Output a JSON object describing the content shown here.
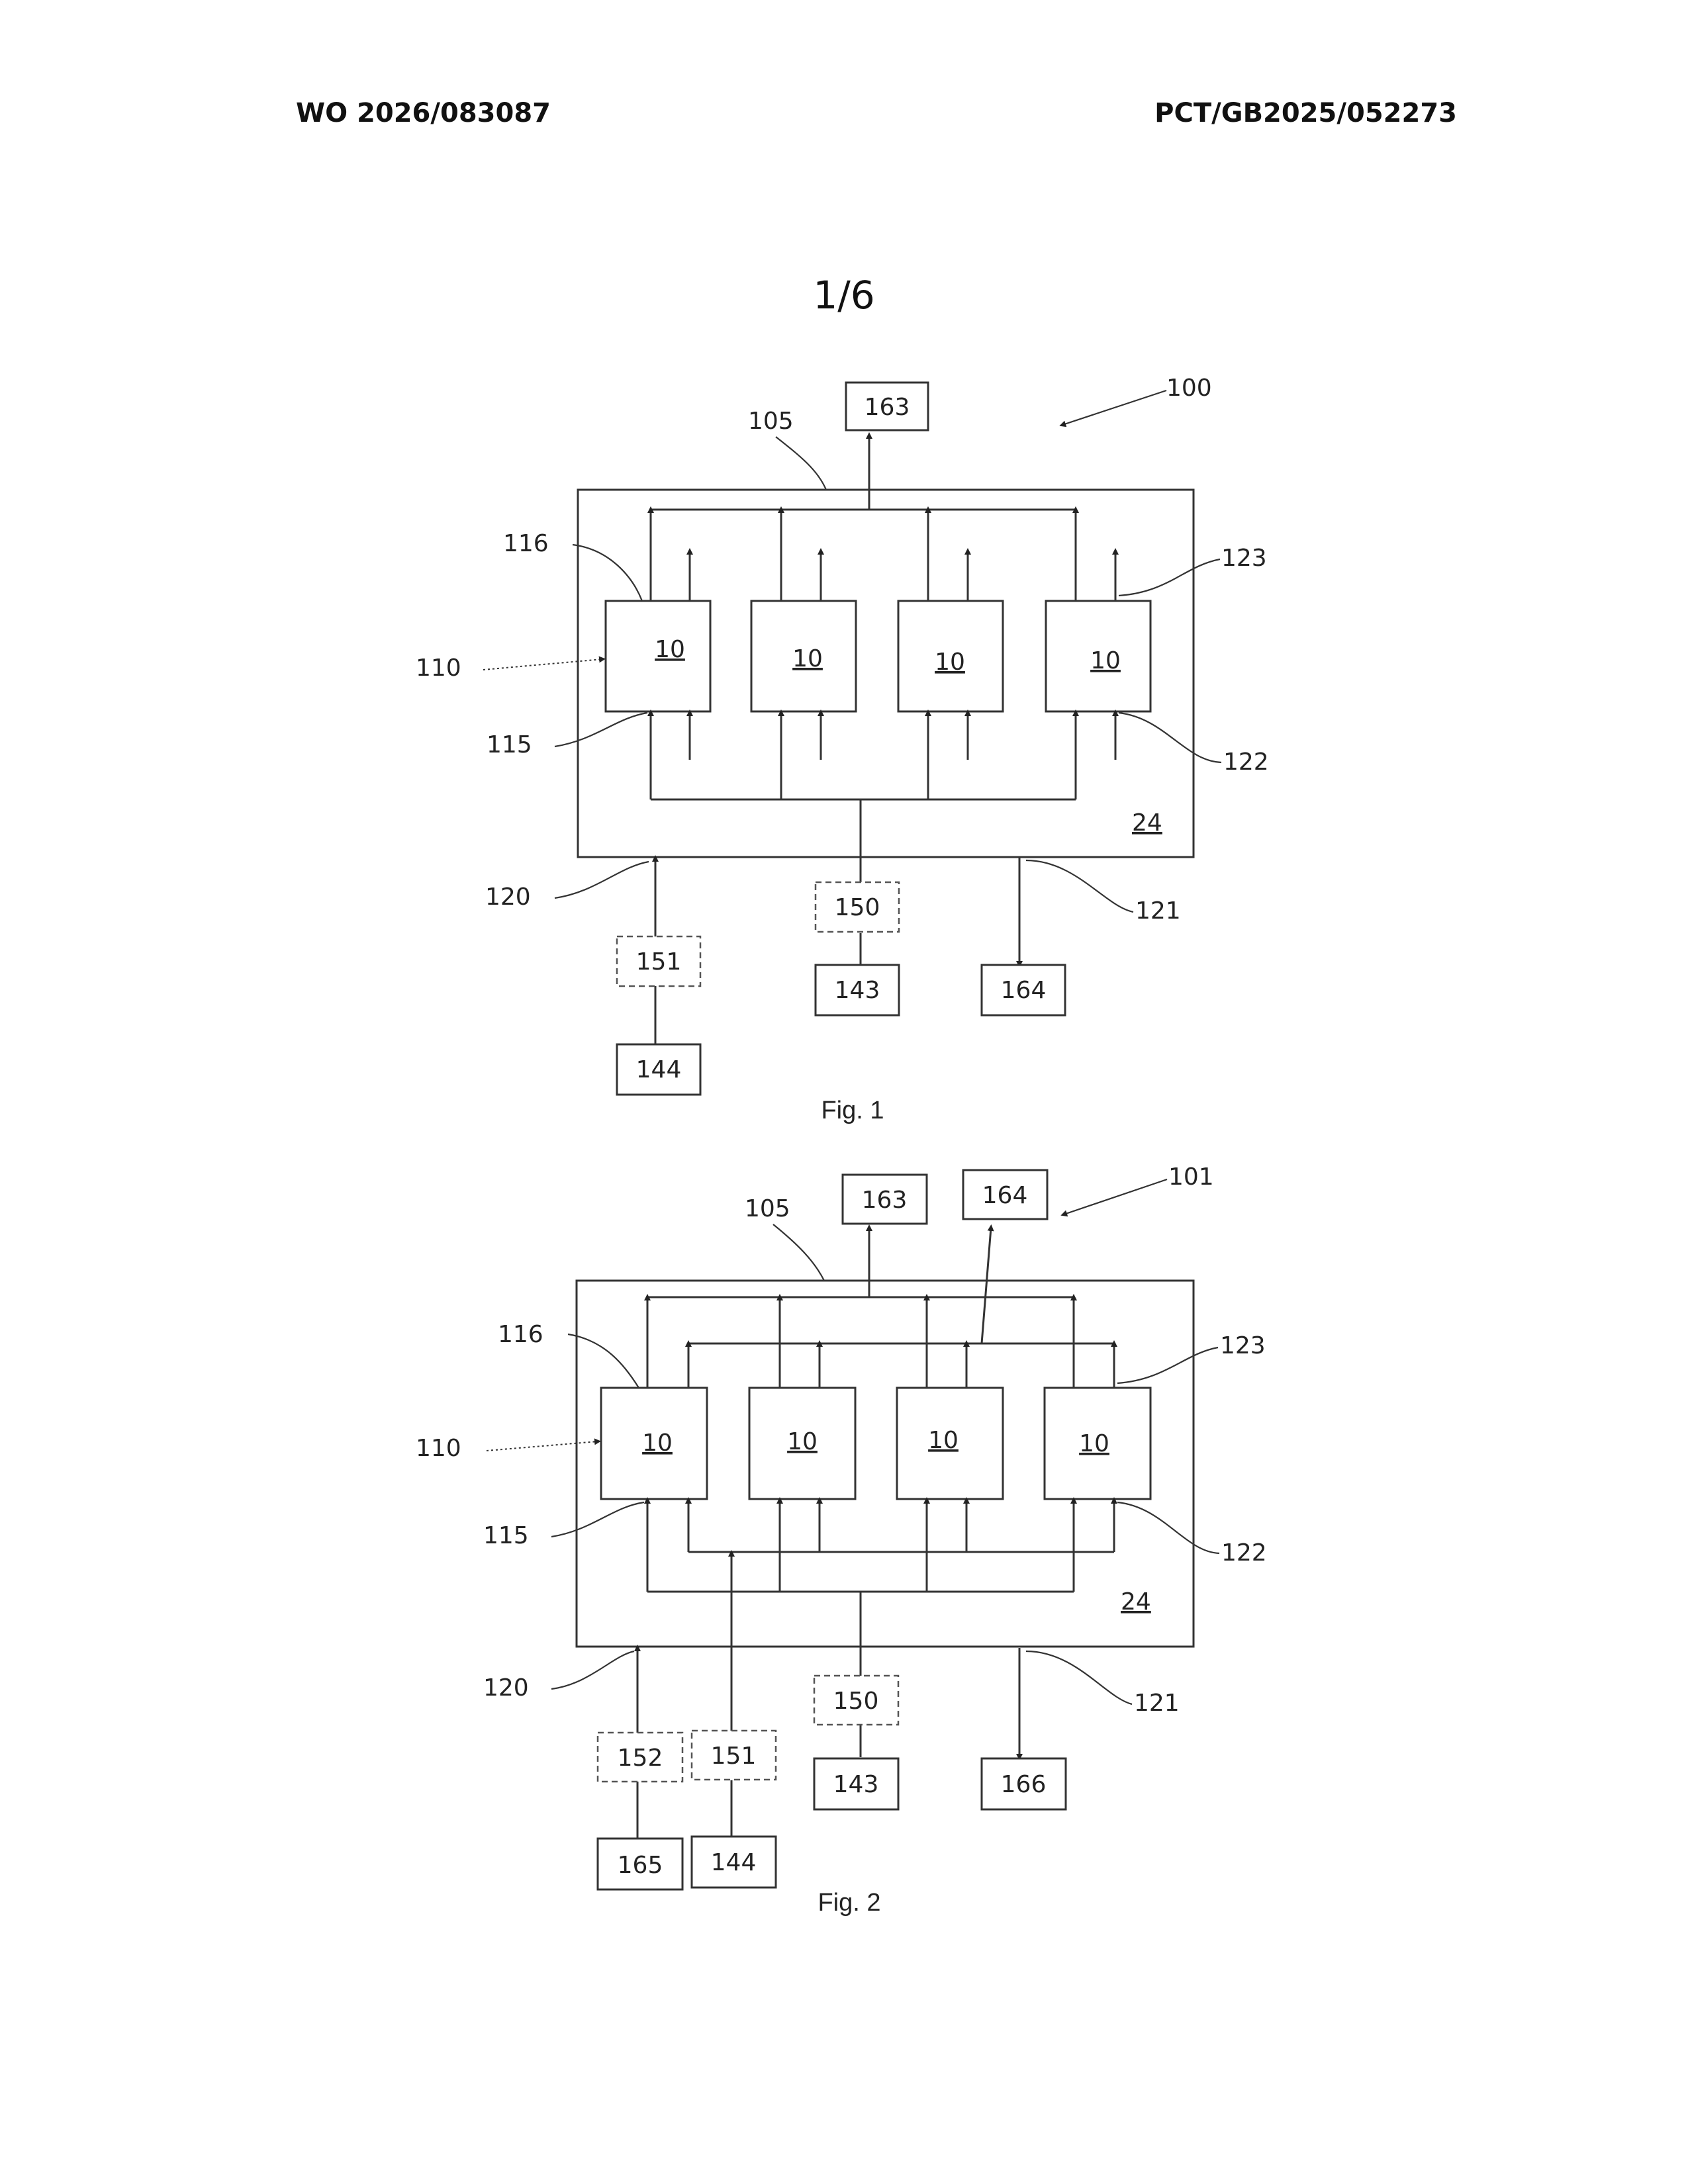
{
  "header": {
    "publication_number": "WO 2026/083087",
    "application_number": "PCT/GB2025/052273"
  },
  "page_number": "1/6",
  "fig1": {
    "caption": "Fig. 1",
    "ref_system": "100",
    "ref_outlet": "105",
    "ref_array": "110",
    "ref_input_top": "116",
    "ref_input_bottom": "115",
    "ref_output_top": "123",
    "ref_output_bottom": "122",
    "ref_inlet": "120",
    "ref_outlet2": "121",
    "ref_housing": "24",
    "module_label": "10",
    "box_163": "163",
    "box_150": "150",
    "box_151": "151",
    "box_143": "143",
    "box_164": "164",
    "box_144": "144"
  },
  "fig2": {
    "caption": "Fig. 2",
    "ref_system": "101",
    "ref_outlet": "105",
    "ref_array": "110",
    "ref_input_top": "116",
    "ref_input_bottom": "115",
    "ref_output_top": "123",
    "ref_output_bottom": "122",
    "ref_inlet": "120",
    "ref_outlet2": "121",
    "ref_housing": "24",
    "module_label": "10",
    "box_163": "163",
    "box_164": "164",
    "box_150": "150",
    "box_152": "152",
    "box_151": "151",
    "box_143": "143",
    "box_166": "166",
    "box_165": "165",
    "box_144": "144"
  }
}
